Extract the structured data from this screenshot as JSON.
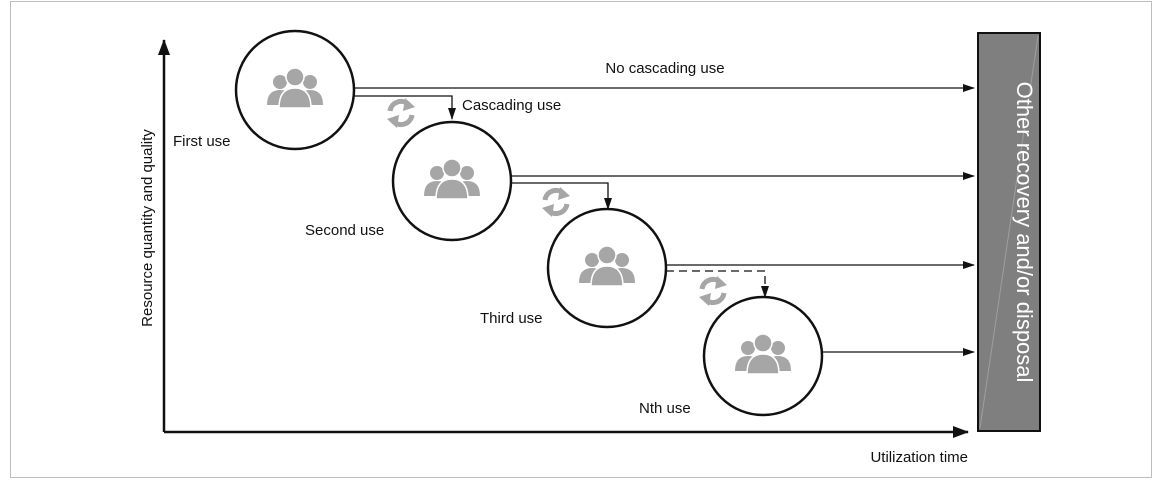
{
  "axes": {
    "y_label": "Resource quantity and quality",
    "x_label": "Utilization time"
  },
  "arrow_labels": {
    "no_cascading": "No cascading use",
    "cascading": "Cascading use"
  },
  "uses": [
    {
      "label": "First use"
    },
    {
      "label": "Second use"
    },
    {
      "label": "Third use"
    },
    {
      "label": "Nth use"
    }
  ],
  "end_box": {
    "label": "Other recovery and/or disposal",
    "fill_color": "#7f7f7f"
  },
  "colors": {
    "icon": "#a6a6a6",
    "line": "#111111",
    "frame": "#bdbdbd"
  },
  "icons": {
    "use_icon": "group-of-people-icon",
    "cycle_icon": "recycle-arrows-icon"
  }
}
